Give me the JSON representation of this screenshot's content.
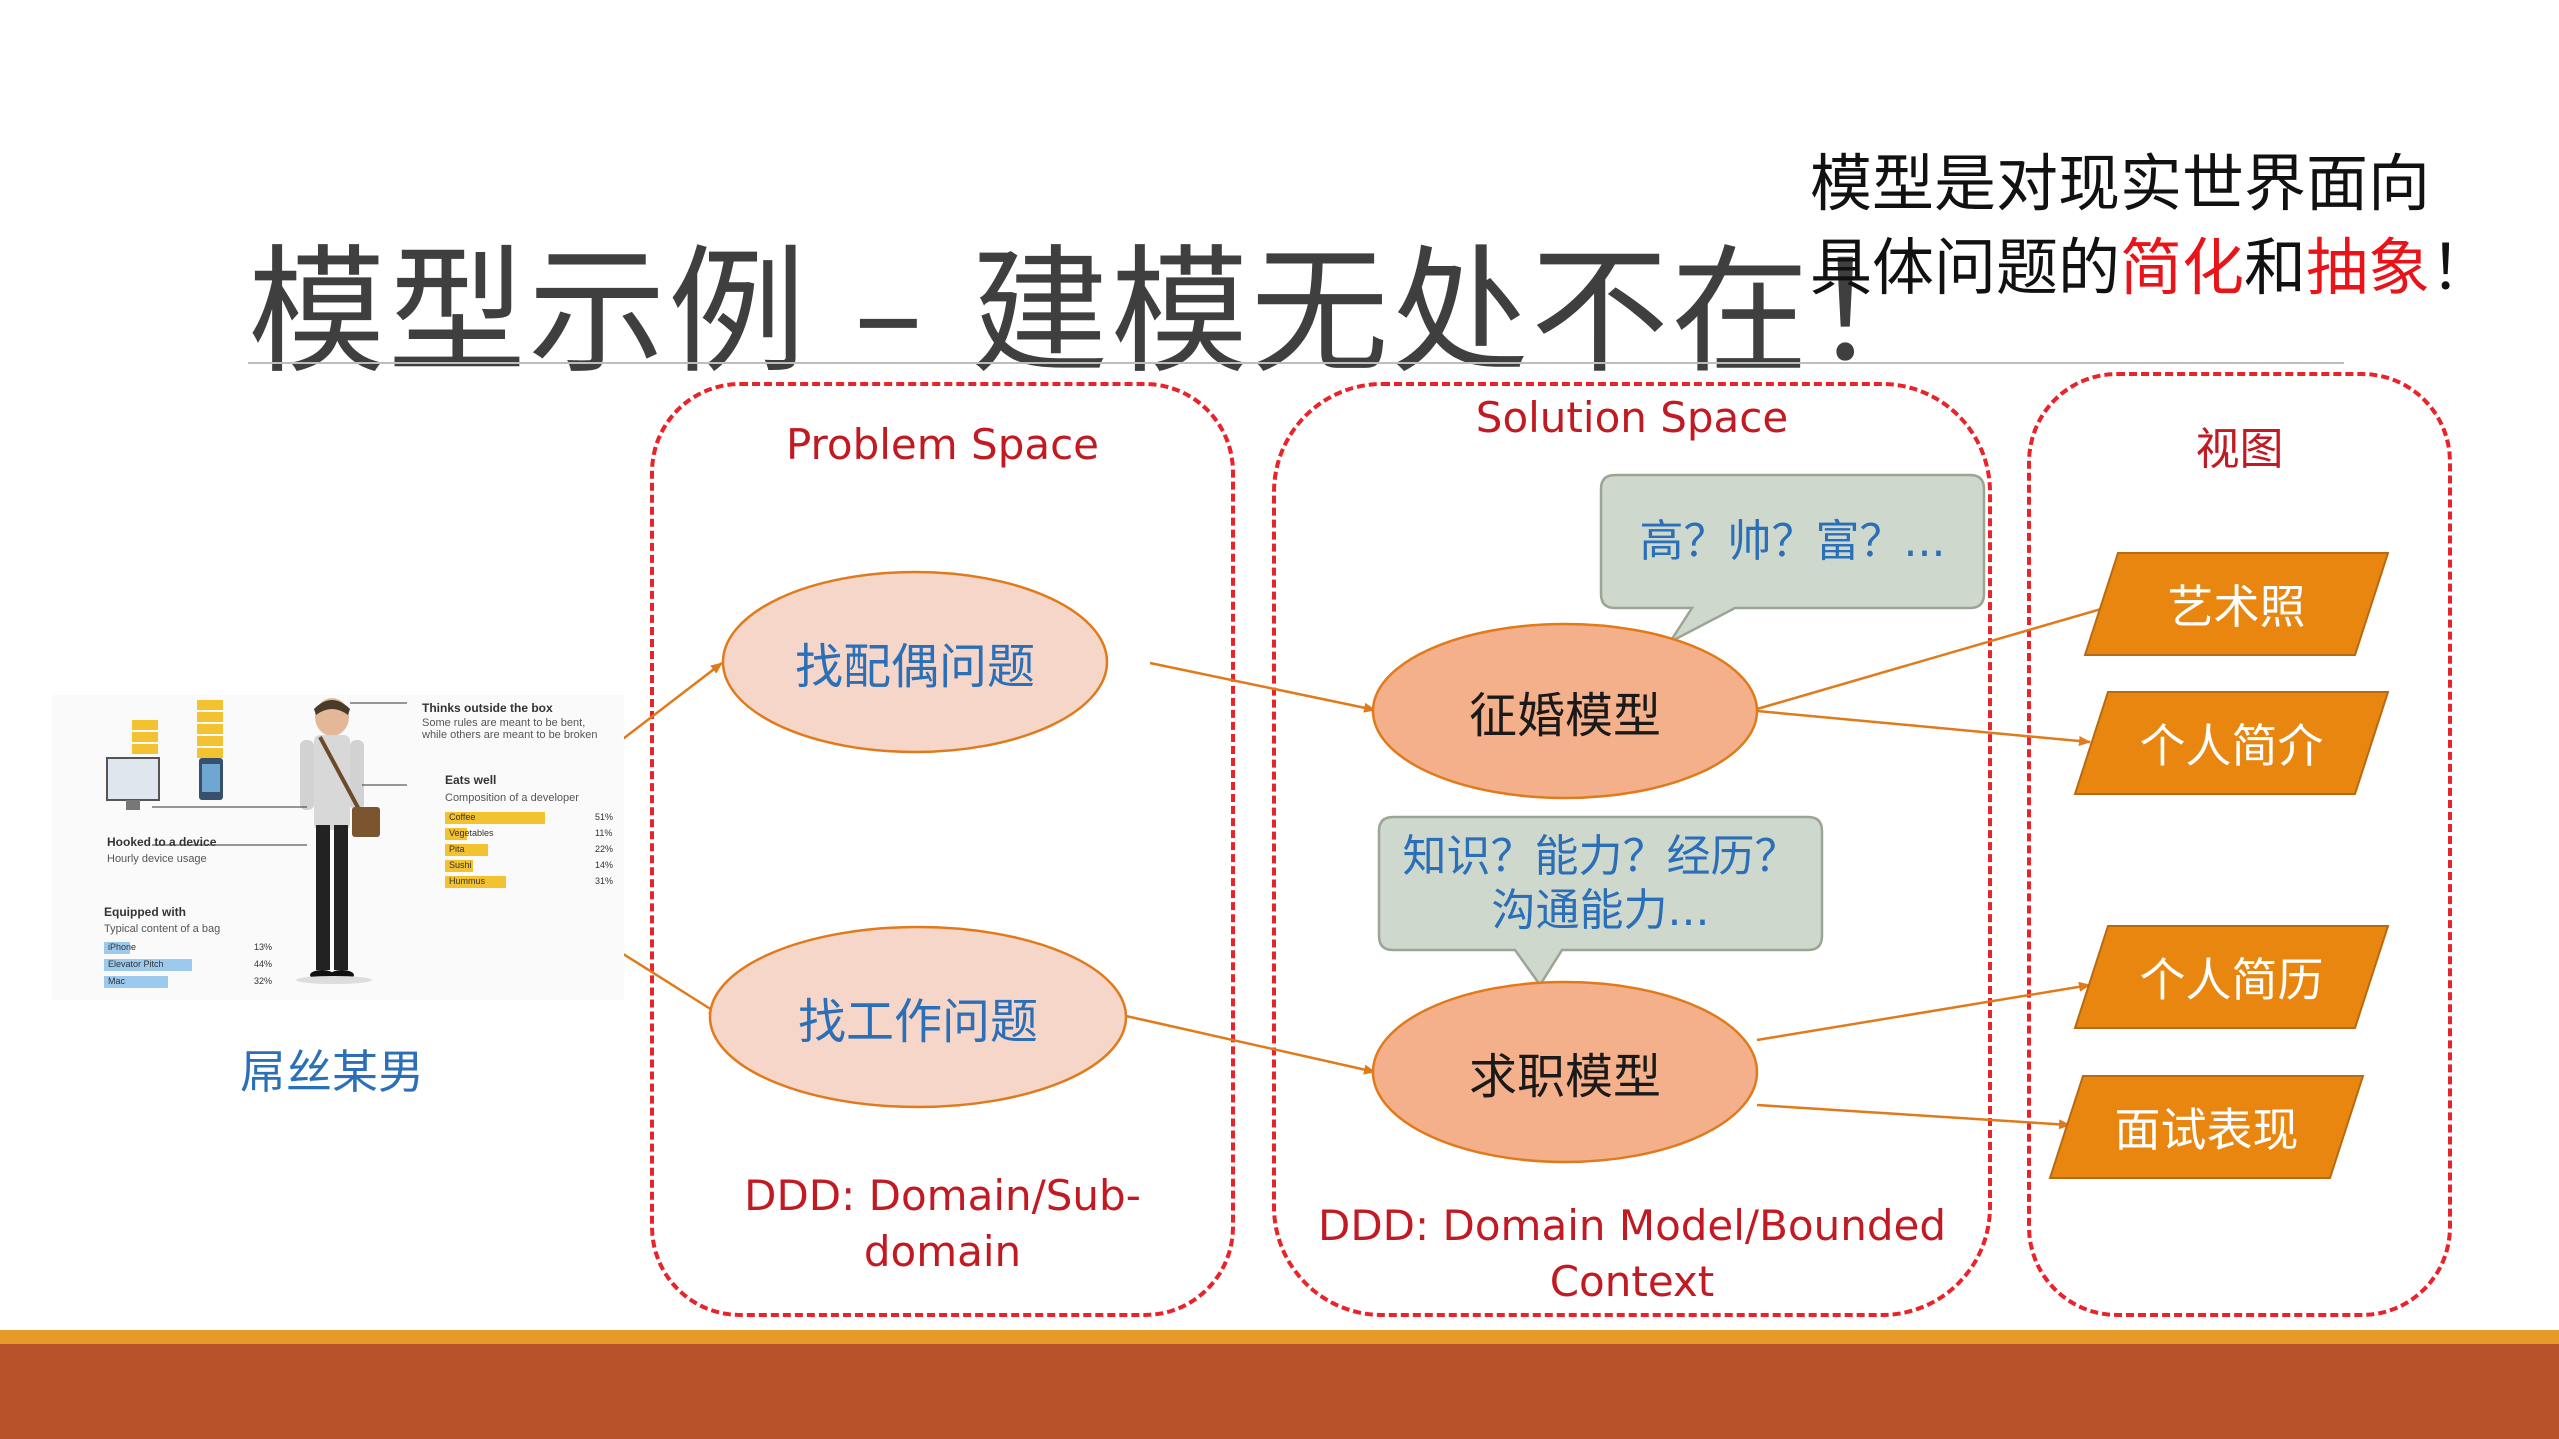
{
  "title": "模型示例 – 建模无处不在！",
  "note": {
    "line1": "模型是对现实世界面向",
    "line2_a": "具体问题的",
    "line2_b": "简化",
    "line2_c": "和",
    "line2_d": "抽象",
    "line2_e": "！"
  },
  "problem_space": {
    "label": "Problem Space",
    "footer_line1": "DDD: Domain/Sub-",
    "footer_line2": "domain",
    "nodes": [
      "找配偶问题",
      "找工作问题"
    ]
  },
  "solution_space": {
    "label": "Solution Space",
    "footer_line1": "DDD: Domain Model/Bounded",
    "footer_line2": "Context",
    "nodes": [
      "征婚模型",
      "求职模型"
    ],
    "bubble1": "高？帅？富？...",
    "bubble2_line1": "知识？能力？经历？",
    "bubble2_line2": "沟通能力..."
  },
  "view": {
    "label": "视图",
    "items": [
      "艺术照",
      "个人简介",
      "个人简历",
      "面试表现"
    ]
  },
  "person": {
    "caption": "屌丝某男",
    "thinks": "Thinks outside the box",
    "thinks_sub1": "Some rules are meant to be bent,",
    "thinks_sub2": "while others are meant to be broken",
    "eats": "Eats well",
    "eats_sub": "Composition of a developer",
    "foods": [
      {
        "name": "Coffee",
        "pct": "51%",
        "value": 51
      },
      {
        "name": "Vegetables",
        "pct": "11%",
        "value": 11
      },
      {
        "name": "Pita",
        "pct": "22%",
        "value": 22
      },
      {
        "name": "Sushi",
        "pct": "14%",
        "value": 14
      },
      {
        "name": "Hummus",
        "pct": "31%",
        "value": 31
      }
    ],
    "hooked": "Hooked to a device",
    "hooked_sub": "Hourly device usage",
    "equipped": "Equipped with",
    "equipped_sub": "Typical content of a bag",
    "bag": [
      {
        "name": "iPhone",
        "pct": "13%",
        "value": 13
      },
      {
        "name": "Elevator Pitch",
        "pct": "44%",
        "value": 44
      },
      {
        "name": "Mac",
        "pct": "32%",
        "value": 32
      }
    ]
  },
  "colors": {
    "dashed_border": "#e8232a",
    "ellipse_fill": "#f6d6c8",
    "model_fill": "#f4b08a",
    "view_fill": "#e8860f",
    "bubble_fill": "#cfd8cc",
    "arrow": "#e07a1a",
    "footer": "#b8522a"
  }
}
